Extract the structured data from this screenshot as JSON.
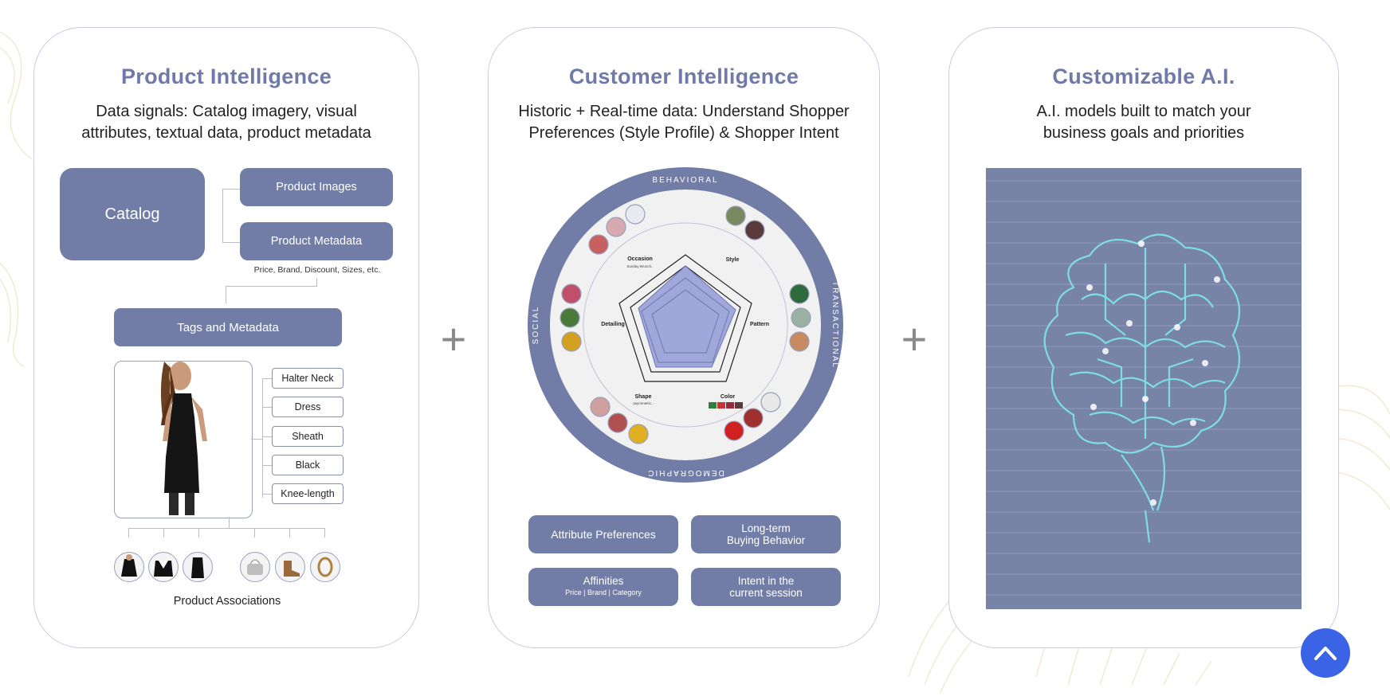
{
  "cards": [
    {
      "title": "Product Intelligence",
      "description": "Data signals: Catalog imagery, visual attributes, textual data, product metadata",
      "catalog_label": "Catalog",
      "product_images_label": "Product Images",
      "product_metadata_label": "Product Metadata",
      "metadata_note": "Price, Brand, Discount, Sizes, etc.",
      "tags_label": "Tags and Metadata",
      "tags": [
        "Halter Neck",
        "Dress",
        "Sheath",
        "Black",
        "Knee-length"
      ],
      "associations_label": "Product Associations"
    },
    {
      "title": "Customer Intelligence",
      "description": "Historic + Real-time data: Understand Shopper Preferences (Style Profile) & Shopper Intent",
      "ring_labels": {
        "top": "BEHAVIORAL",
        "right": "TRANSACTIONAL",
        "bottom": "DEMOGRAPHIC",
        "left": "SOCIAL"
      },
      "radar_axes": {
        "occasion": "Occasion",
        "occasion_sub": "Sunday Brunch..",
        "style": "Style",
        "pattern": "Pattern",
        "color": "Color",
        "shape": "Shape",
        "shape_sub": "asymmetric..",
        "detailing": "Detailing"
      },
      "buttons": {
        "attribute_preferences": "Attribute Preferences",
        "long_term_line1": "Long-term",
        "long_term_line2": "Buying Behavior",
        "affinities": "Affinities",
        "affinities_sub": "Price | Brand | Category",
        "intent_line1": "Intent in the",
        "intent_line2": "current session"
      }
    },
    {
      "title": "Customizable A.I.",
      "description": "A.I. models built to match your business goals and priorities"
    }
  ],
  "colors": {
    "accent": "#717da6",
    "title": "#6f7aa8",
    "border": "#c9cbe0",
    "up_button": "#3a63e6"
  },
  "icons": {
    "plus_1": "plus-icon",
    "plus_2": "plus-icon",
    "scroll_top": "chevron-up-icon"
  }
}
